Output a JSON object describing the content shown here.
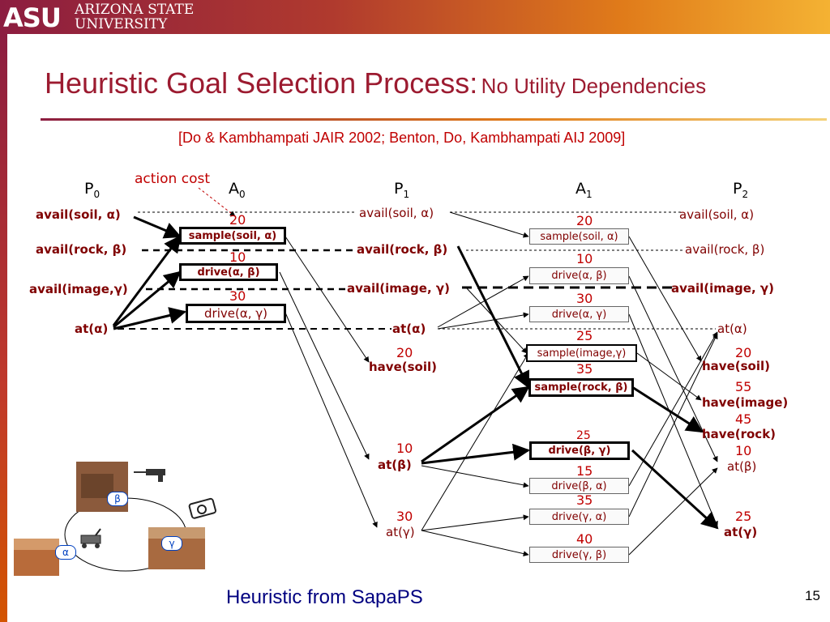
{
  "header": {
    "logo_mark": "ASU",
    "logo_line1": "ARIZONA STATE",
    "logo_line2": "UNIVERSITY"
  },
  "slide": {
    "title_main": "Heuristic Goal Selection Process:",
    "title_sub": "No Utility Dependencies",
    "citation": "[Do & Kambhampati JAIR 2002; Benton, Do, Kambhampati AIJ 2009]",
    "action_cost_label": "action cost",
    "footer": "Heuristic from SapaPS",
    "page_number": "15"
  },
  "columns": {
    "p0": {
      "base": "P",
      "sub": "0"
    },
    "a0": {
      "base": "A",
      "sub": "0"
    },
    "p1": {
      "base": "P",
      "sub": "1"
    },
    "a1": {
      "base": "A",
      "sub": "1"
    },
    "p2": {
      "base": "P",
      "sub": "2"
    }
  },
  "p0": {
    "avail_soil": "avail(soil, α)",
    "avail_rock": "avail(rock, β)",
    "avail_image": "avail(image,γ)",
    "at_alpha": "at(α)"
  },
  "a0": {
    "sample_soil": {
      "cost": "20",
      "label": "sample(soil, α)"
    },
    "drive_ab": {
      "cost": "10",
      "label": "drive(α, β)"
    },
    "drive_ag": {
      "cost": "30",
      "label": "drive(α, γ)"
    }
  },
  "p1": {
    "avail_soil": "avail(soil, α)",
    "avail_rock": "avail(rock, β)",
    "avail_image": "avail(image, γ)",
    "at_alpha": "at(α)",
    "have_soil": {
      "cost": "20",
      "label": "have(soil)"
    },
    "at_beta": {
      "cost": "10",
      "label": "at(β)"
    },
    "at_gamma": {
      "cost": "30",
      "label": "at(γ)"
    }
  },
  "a1": {
    "sample_soil": {
      "cost": "20",
      "label": "sample(soil, α)"
    },
    "drive_ab": {
      "cost": "10",
      "label": "drive(α, β)"
    },
    "drive_ag": {
      "cost": "30",
      "label": "drive(α, γ)"
    },
    "sample_image": {
      "cost": "25",
      "label": "sample(image,γ)"
    },
    "sample_rock": {
      "cost": "35",
      "label": "sample(rock, β)"
    },
    "drive_bg": {
      "cost": "25",
      "label": "drive(β, γ)"
    },
    "drive_ba": {
      "cost": "15",
      "label": "drive(β, α)"
    },
    "drive_ga": {
      "cost": "35",
      "label": "drive(γ, α)"
    },
    "drive_gb": {
      "cost": "40",
      "label": "drive(γ, β)"
    }
  },
  "p2": {
    "avail_soil": "avail(soil, α)",
    "avail_rock": "avail(rock, β)",
    "avail_image": "avail(image, γ)",
    "at_alpha": "at(α)",
    "have_soil": {
      "cost": "20",
      "label": "have(soil)"
    },
    "have_image": {
      "cost": "55",
      "label": "have(image)"
    },
    "have_rock": {
      "cost": "45",
      "label": "have(rock)"
    },
    "at_beta": {
      "cost": "10",
      "label": "at(β)"
    },
    "at_gamma": {
      "cost": "25",
      "label": "at(γ)"
    }
  },
  "map": {
    "beta": "β",
    "alpha": "α",
    "gamma": "γ"
  }
}
